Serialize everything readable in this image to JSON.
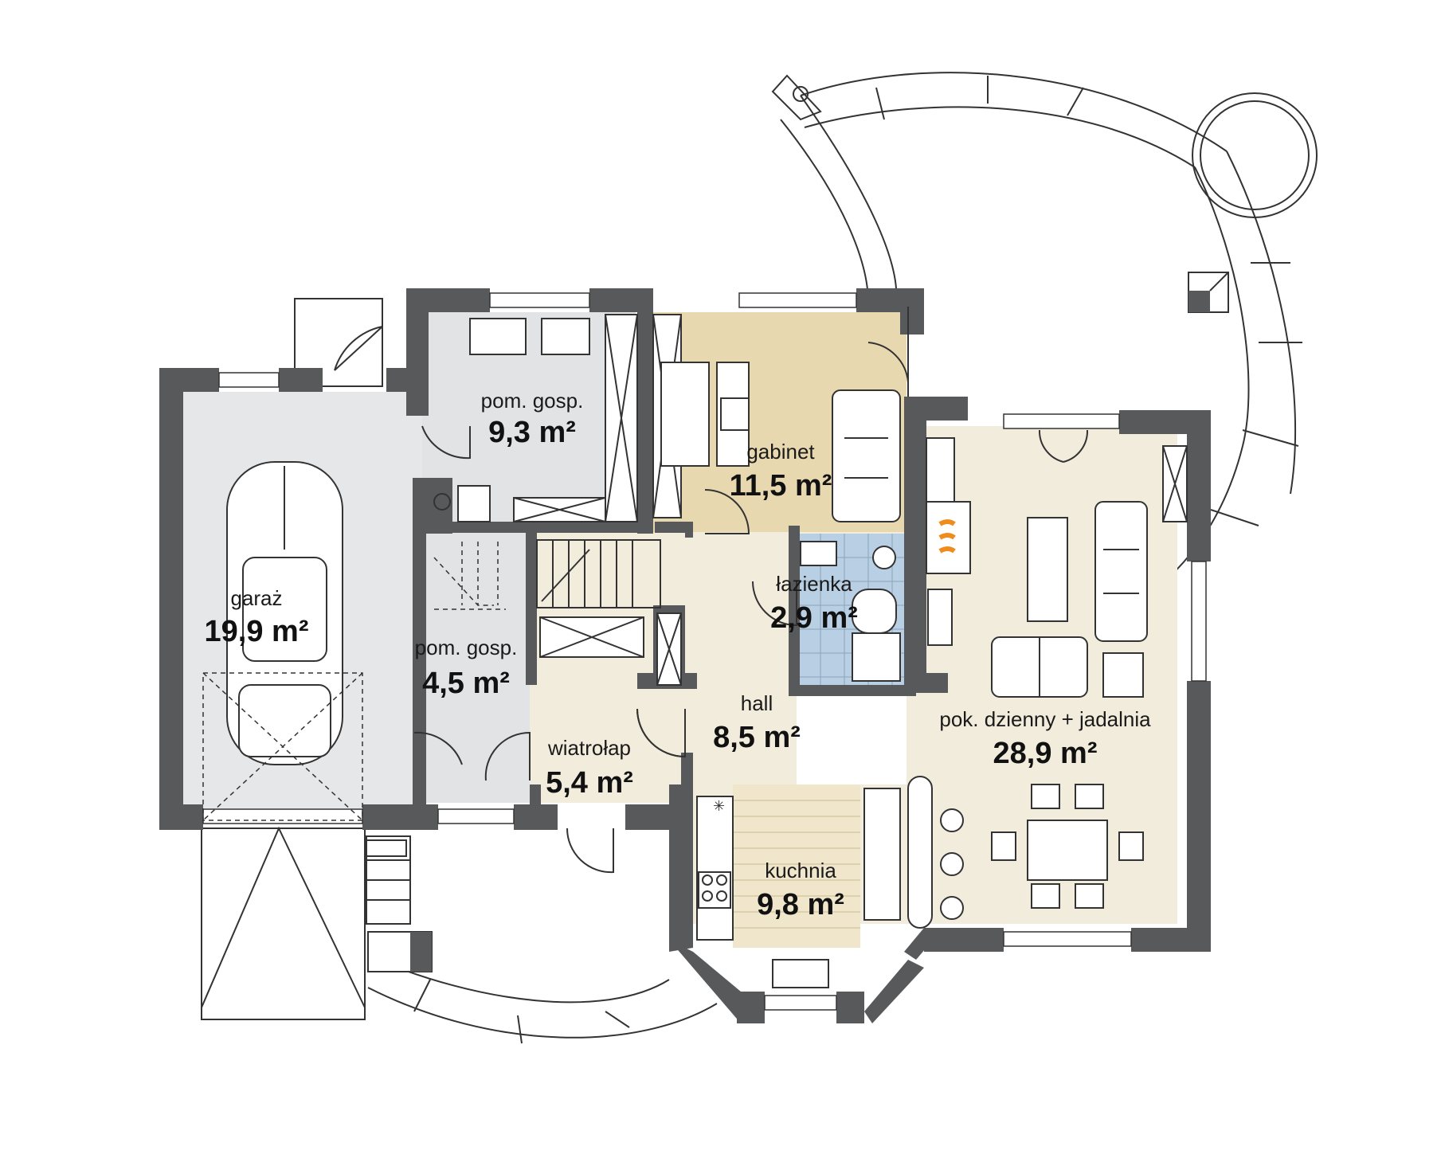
{
  "colors": {
    "wall": "#58595b",
    "garage_floor": "#e6e7e8",
    "utility_floor": "#e2e3e5",
    "office_floor": "#e8d8b0",
    "living_floor": "#f2ecdc",
    "bathroom_tile": "#b9cfe3",
    "kitchen_floor": "#f0e6cc",
    "fireplace_flame": "#f08c1e"
  },
  "rooms": {
    "garage": {
      "label": "garaż",
      "area": "19,9 m²"
    },
    "utility_top": {
      "label": "pom. gosp.",
      "area": "9,3 m²"
    },
    "utility_small": {
      "label": "pom. gosp.",
      "area": "4,5 m²"
    },
    "office": {
      "label": "gabinet",
      "area": "11,5 m²"
    },
    "bathroom": {
      "label": "łazienka",
      "area": "2,9 m²"
    },
    "hall": {
      "label": "hall",
      "area": "8,5 m²"
    },
    "vestibule": {
      "label": "wiatrołap",
      "area": "5,4 m²"
    },
    "living": {
      "label": "pok. dzienny + jadalnia",
      "area": "28,9 m²"
    },
    "kitchen": {
      "label": "kuchnia",
      "area": "9,8 m²"
    }
  }
}
